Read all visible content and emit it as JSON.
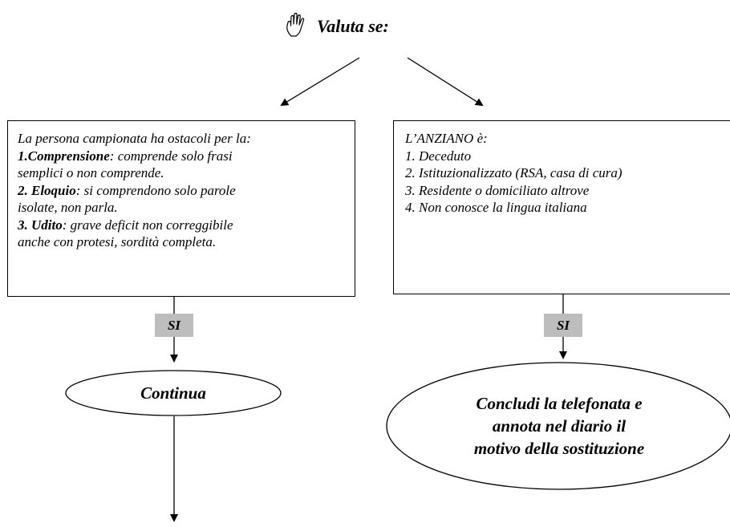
{
  "header": {
    "icon": "hand-icon",
    "title": "Valuta se:"
  },
  "left_box": {
    "intro": "La persona campionata ha ostacoli per la:",
    "items": [
      {
        "num": "1.",
        "term": "Comprensione",
        "desc": ": comprende solo frasi",
        "cont": "semplici o non comprende."
      },
      {
        "num": "2. ",
        "term": "Eloquio",
        "desc": ": si comprendono solo parole",
        "cont": "isolate, non parla."
      },
      {
        "num": "3. ",
        "term": "Udito",
        "desc": ": grave deficit non correggibile",
        "cont": "anche con protesi, sordità completa."
      }
    ]
  },
  "right_box": {
    "intro": "L’ANZIANO è:",
    "items": [
      "1. Deceduto",
      "2. Istituzionalizzato (RSA, casa di cura)",
      "3. Residente o domiciliato altrove",
      "4. Non conosce la lingua italiana"
    ]
  },
  "left_si": "SI",
  "right_si": "SI",
  "left_outcome": "Continua",
  "right_outcome": {
    "lines": [
      "Concludi la telefonata e",
      "annota nel diario il",
      "motivo della sostituzione"
    ]
  }
}
